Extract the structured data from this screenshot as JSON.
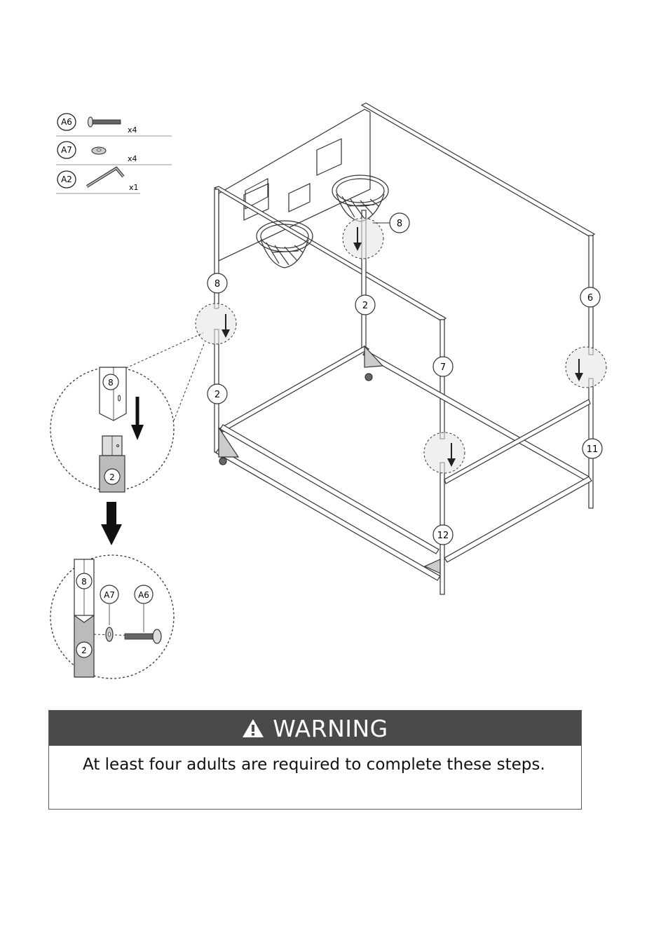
{
  "parts_list": [
    {
      "id": "A6",
      "qty": "x4"
    },
    {
      "id": "A7",
      "qty": "x4"
    },
    {
      "id": "A2",
      "qty": "x1"
    }
  ],
  "frame_labels": {
    "top_right_post": "8",
    "left_upper_post": "8",
    "center_lower_post": "2",
    "back_right_upper_post": "6",
    "left_lower_post": "2",
    "front_right_upper_post": "7",
    "back_right_lower_post": "11",
    "front_right_lower_post": "12"
  },
  "detail_1": {
    "upper_part": "8",
    "lower_part": "2"
  },
  "detail_2": {
    "upper_part": "8",
    "lower_part": "2",
    "washer": "A7",
    "bolt": "A6"
  },
  "warning": {
    "title": "WARNING",
    "text": "At least four adults are required to complete these steps."
  }
}
